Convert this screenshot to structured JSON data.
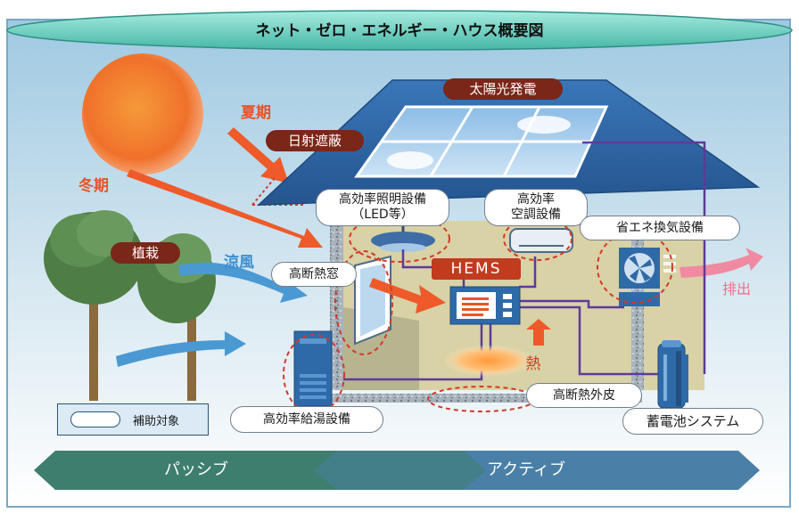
{
  "title": "ネット・ゼロ・エネルギー・ハウス概要図",
  "labels": {
    "solar": "太陽光発電",
    "summer": "夏期",
    "winter": "冬期",
    "shading": "日射遮蔽",
    "lighting": "高効率照明設備\n（LED等）",
    "aircon": "高効率\n空調設備",
    "ventilation": "省エネ換気設備",
    "exhaust": "排出",
    "planting": "植栽",
    "cool_breeze": "涼風",
    "window": "高断熱窓",
    "hems": "HEMS",
    "heat": "熱",
    "envelope": "高断熱外皮",
    "water_heater": "高効率給湯設備",
    "battery": "蓄電池システム"
  },
  "legend": {
    "text": "補助対象"
  },
  "bands": {
    "passive": "パッシブ",
    "active": "アクティブ"
  },
  "colors": {
    "sky_top": "#9fc9e2",
    "roof": "#2f66a8",
    "wall": "#d8d2a6",
    "sun": "#f07a22",
    "arrow_orange": "#ee5a2a",
    "arrow_blue": "#4a99d3",
    "arrow_pink": "#f08aa0",
    "dashed_red": "#d03a2a",
    "wire": "#5e3a9a",
    "band_passive": "#3e7e6e",
    "band_active": "#4a80a8"
  }
}
